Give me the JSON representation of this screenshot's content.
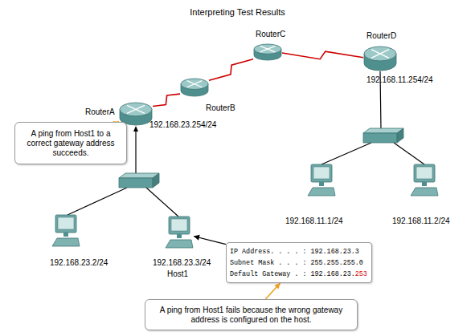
{
  "diagram": {
    "title": "Interpreting Test Results",
    "nodes": [
      {
        "text": [
          "RouterA",
          "192.168.23.254/24"
        ]
      },
      {
        "text": [
          "RouterB"
        ]
      },
      {
        "text": [
          "RouterC"
        ]
      },
      {
        "text": [
          "RouterD",
          "192.168.11.254/24"
        ]
      },
      {
        "text": [
          "A ping from Host1 to a correct gateway address succeeds."
        ]
      },
      {
        "text": [
          "192.168.23.2/24"
        ]
      },
      {
        "text": [
          "192.168.23.3/24",
          "Host1"
        ]
      },
      {
        "text": [
          "192.168.11.1/24"
        ]
      },
      {
        "text": [
          "192.168.11.2/24"
        ]
      },
      {
        "text": [
          "IP Address. . . . : 192.168.23.3",
          "Subnet Mask . . . : 255.255.255.0",
          "Default Gateway . : 192.168.23.",
          "253"
        ]
      },
      {
        "text": [
          "A ping from Host1 fails because the wrong gateway address is configured on the host."
        ]
      }
    ],
    "edges": [
      {
        "from": 0,
        "to": 1,
        "arrow": "none"
      },
      {
        "from": 1,
        "to": 2,
        "arrow": "none"
      },
      {
        "from": 2,
        "to": 3,
        "arrow": "none"
      },
      {
        "from": 4,
        "to": 0,
        "arrow": "to"
      },
      {
        "from": 9,
        "to": 6,
        "arrow": "to"
      },
      {
        "from": 10,
        "to": 9,
        "arrow": "to"
      }
    ]
  }
}
